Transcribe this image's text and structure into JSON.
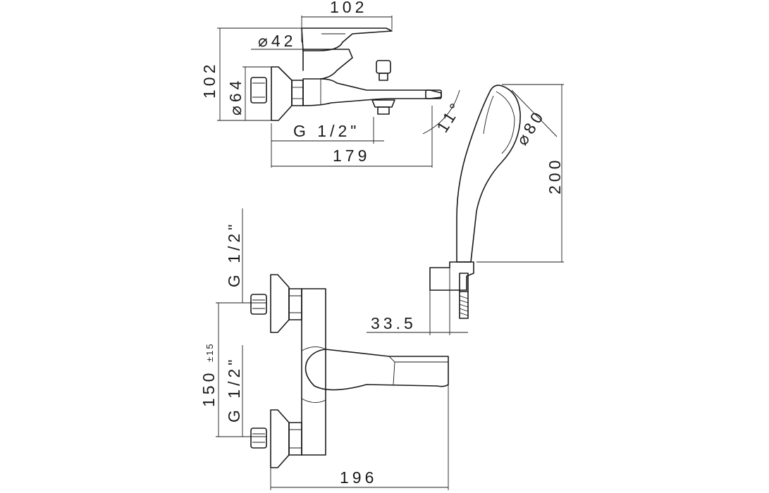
{
  "dimensions": {
    "top_width": "102",
    "lever_diameter": "⌀42",
    "top_height": "102",
    "escutcheon_diameter": "⌀64",
    "thread_top": "G 1/2\"",
    "spout_length": "179",
    "spout_angle": "11°",
    "head_diameter": "⌀80",
    "handshower_length": "200",
    "holder_width": "33.5",
    "thread_front_upper": "G 1/2\"",
    "centres": "150",
    "centres_tolerance": "±15",
    "thread_front_lower": "G 1/2\"",
    "front_depth": "196"
  }
}
